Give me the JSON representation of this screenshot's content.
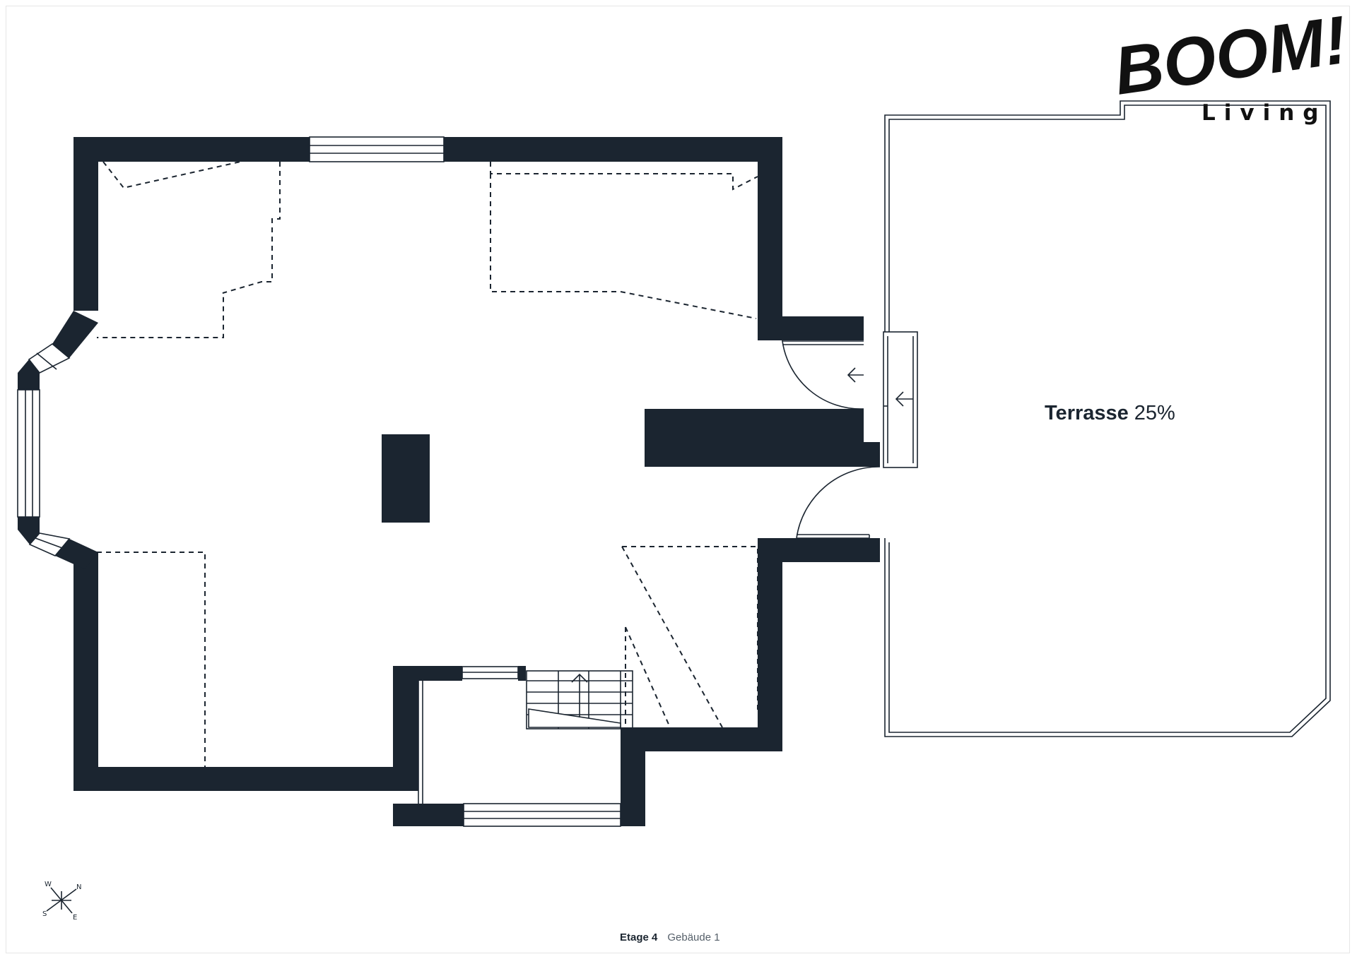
{
  "brand": {
    "logo_main": "BOOM!",
    "logo_sub": "Living"
  },
  "terrace": {
    "name": "Terrasse",
    "percent": "25%"
  },
  "compass": {
    "w": "W",
    "n": "N",
    "s": "S",
    "e": "E"
  },
  "footer": {
    "floor": "Etage 4",
    "building": "Gebäude 1"
  },
  "colors": {
    "wall": "#1b2530",
    "background": "#ffffff"
  }
}
